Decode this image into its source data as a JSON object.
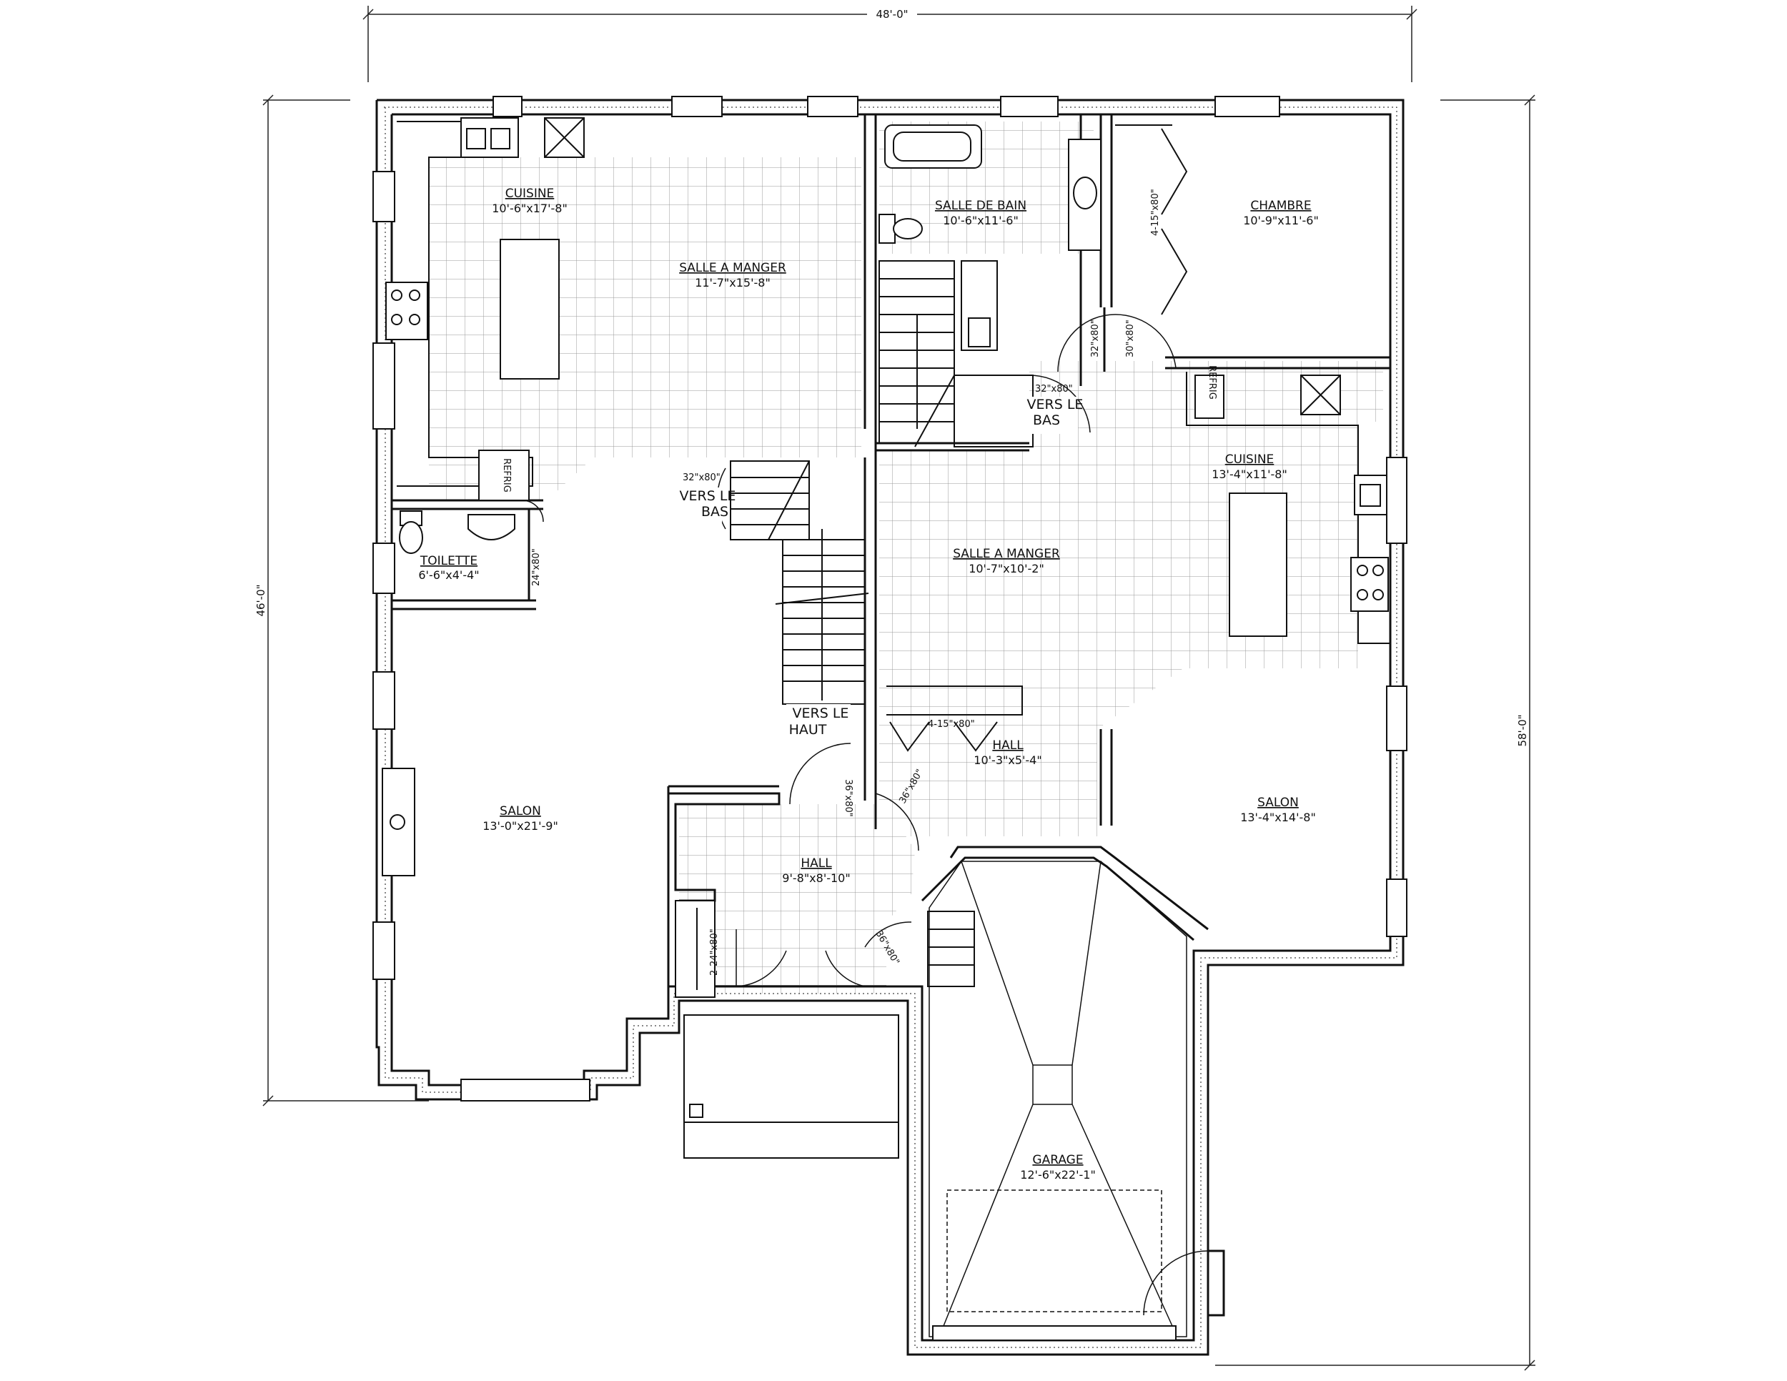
{
  "dimensions": {
    "top": "48'-0\"",
    "left": "46'-0\"",
    "right": "58'-0\""
  },
  "rooms": {
    "cuisine_left": {
      "name": "CUISINE",
      "dim": "10'-6\"x17'-8\""
    },
    "salle_manger_left": {
      "name": "SALLE A MANGER",
      "dim": "11'-7\"x15'-8\""
    },
    "salle_bain": {
      "name": "SALLE DE BAIN",
      "dim": "10'-6\"x11'-6\""
    },
    "chambre": {
      "name": "CHAMBRE",
      "dim": "10'-9\"x11'-6\""
    },
    "toilette": {
      "name": "TOILETTE",
      "dim": "6'-6\"x4'-4\""
    },
    "cuisine_right": {
      "name": "CUISINE",
      "dim": "13'-4\"x11'-8\""
    },
    "salle_manger_right": {
      "name": "SALLE A MANGER",
      "dim": "10'-7\"x10'-2\""
    },
    "salon_left": {
      "name": "SALON",
      "dim": "13'-0\"x21'-9\""
    },
    "hall_left": {
      "name": "HALL",
      "dim": "9'-8\"x8'-10\""
    },
    "hall_right": {
      "name": "HALL",
      "dim": "10'-3\"x5'-4\""
    },
    "salon_right": {
      "name": "SALON",
      "dim": "13'-4\"x14'-8\""
    },
    "garage": {
      "name": "GARAGE",
      "dim": "12'-6\"x22'-1\""
    }
  },
  "labels": {
    "vers_bas_1": [
      "VERS LE",
      "BAS"
    ],
    "vers_bas_2": [
      "VERS LE",
      "BAS"
    ],
    "vers_haut": [
      "VERS LE",
      "HAUT"
    ],
    "refrig": "REFRIG"
  },
  "door_notes": {
    "closet_chambre": "4-15\"x80\"",
    "door_32_chambre": "32\"x80\"",
    "door_30_chambre": "30\"x80\"",
    "door_32_stair_right": "32\"x80\"",
    "door_32_stair_left": "32\"x80\"",
    "door_24_toilette": "24\"x80\"",
    "closet_hall_right": "4-15\"x80\"",
    "door_36_hall": "36\"x80\"",
    "door_36_diag": "36\"x80\"",
    "closet_hall_left": "2-24\"x80\"",
    "door_36_garage": "36\"x80\""
  }
}
